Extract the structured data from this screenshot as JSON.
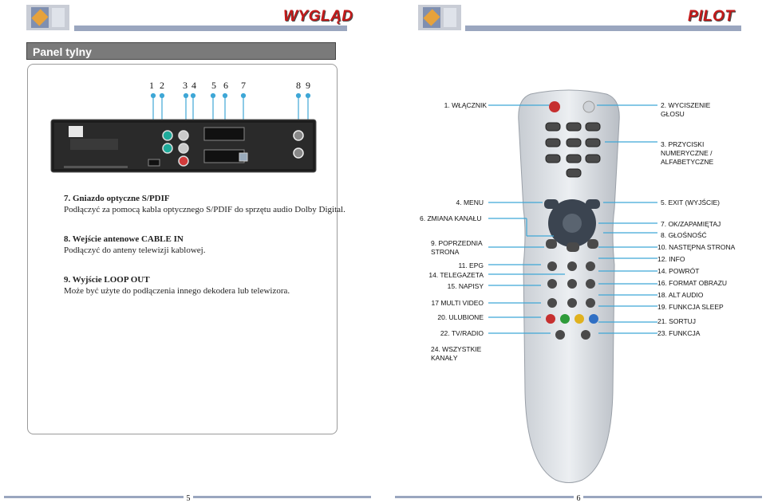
{
  "left_page": {
    "header_title": "WYGLĄD",
    "panel_title": "Panel tylny",
    "port_numbers": [
      "1",
      "2",
      "3",
      "4",
      "5",
      "6",
      "7",
      "8",
      "9"
    ],
    "sections": [
      {
        "title": "7. Gniazdo optyczne S/PDIF",
        "body": "Podłączyć za pomocą kabla optycznego S/PDIF do sprzętu audio Dolby Digital."
      },
      {
        "title": "8. Wejście antenowe CABLE IN",
        "body": "Podłączyć do anteny telewizji kablowej."
      },
      {
        "title": "9. Wyjście LOOP OUT",
        "body": "Może być użyte do podłączenia innego dekodera lub telewizora."
      }
    ],
    "page_number": "5"
  },
  "right_page": {
    "header_title": "PILOT",
    "left_labels": [
      {
        "text": "1. WŁĄCZNIK"
      },
      {
        "text": "4. MENU"
      },
      {
        "text": "6. ZMIANA KANAŁU"
      },
      {
        "text": "9. POPRZEDNIA STRONA"
      },
      {
        "text": "11. EPG"
      },
      {
        "text": "14. TELEGAZETA"
      },
      {
        "text": "15. NAPISY"
      },
      {
        "text": "17 MULTI VIDEO"
      },
      {
        "text": "20. ULUBIONE"
      },
      {
        "text": "22. TV/RADIO"
      },
      {
        "text": "24. WSZYSTKIE KANAŁY"
      }
    ],
    "right_labels": [
      {
        "text": "2. WYCISZENIE GŁOSU"
      },
      {
        "text": "3. PRZYCISKI NUMERYCZNE / ALFABETYCZNE"
      },
      {
        "text": "5. EXIT (WYJŚCIE)"
      },
      {
        "text": "7. OK/ZAPAMIĘTAJ"
      },
      {
        "text": "8. GŁOŚNOŚĆ"
      },
      {
        "text": "10. NASTĘPNA STRONA"
      },
      {
        "text": "12. INFO"
      },
      {
        "text": "14. POWRÓT"
      },
      {
        "text": "16. FORMAT OBRAZU"
      },
      {
        "text": "18. ALT AUDIO"
      },
      {
        "text": "19. FUNKCJA SLEEP"
      },
      {
        "text": "21. SORTUJ"
      },
      {
        "text": "23. FUNKCJA"
      }
    ],
    "page_number": "6"
  },
  "colors": {
    "header_title": "#c41a1a",
    "header_bar": "#9aa6bf",
    "panel_box": "#7a7a7a",
    "callout_line": "#3fa7d6",
    "remote_body": "#d9dde2"
  }
}
